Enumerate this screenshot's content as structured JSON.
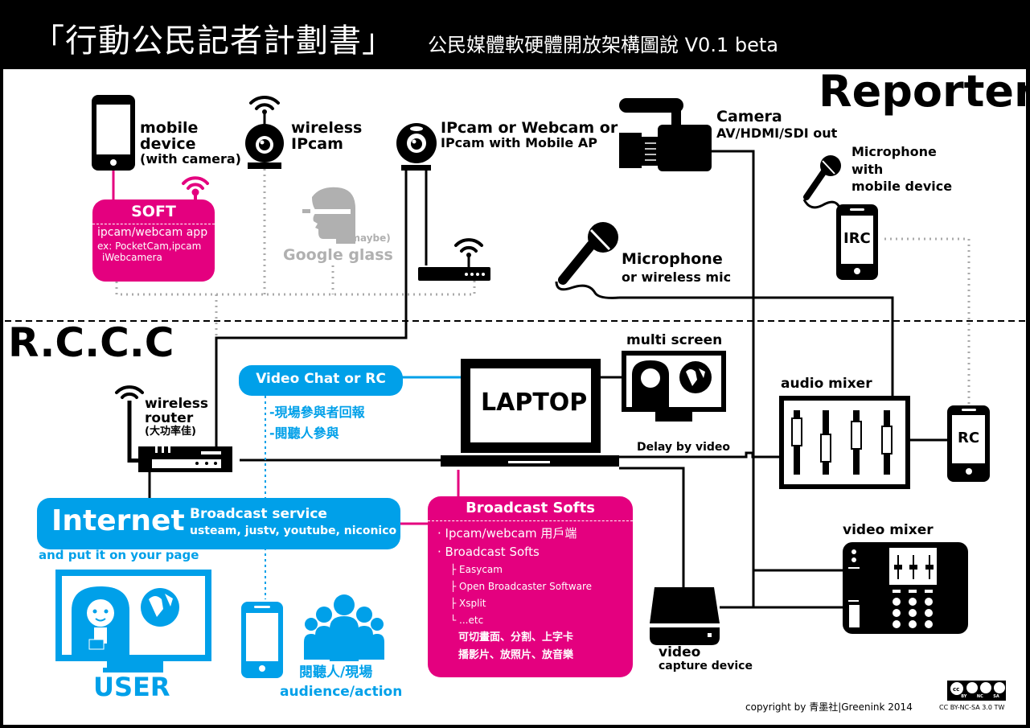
{
  "header": {
    "title": "「行動公民記者計劃書」",
    "subtitle": "公民媒體軟硬體開放架構圖說  V0.1 beta"
  },
  "sections": {
    "reporter": "Reporter",
    "rccc": "R.C.C.C"
  },
  "colors": {
    "magenta": "#e4007f",
    "blue": "#00a0e9",
    "gray": "#b0b0b0",
    "black": "#000000"
  },
  "reporter_devices": {
    "mobile": {
      "line1": "mobile",
      "line2": "device",
      "line3": "(with camera)"
    },
    "wireless_ipcam": {
      "line1": "wireless",
      "line2": "IPcam"
    },
    "ipcam_webcam": {
      "line1": "IPcam or Webcam or",
      "line2": "IPcam with Mobile AP"
    },
    "camera": {
      "line1": "Camera",
      "line2": "AV/HDMI/SDI out"
    },
    "mic_mobile": {
      "line1": "Microphone",
      "line2": "with",
      "line3": "mobile device"
    },
    "irc_phone": {
      "label": "IRC"
    },
    "microphone": {
      "line1": "Microphone",
      "line2": "or wireless mic"
    },
    "google_glass": {
      "note": "(maybe)",
      "label": "Google glass"
    }
  },
  "soft_box": {
    "title": "SOFT",
    "line1": "ipcam/webcam app",
    "line2": "ex: PocketCam,ipcam",
    "line3": "iWebcamera"
  },
  "rccc_devices": {
    "router": {
      "line1": "wireless",
      "line2": "router",
      "line3": "(大功率佳)"
    },
    "video_chat": {
      "title": "Video Chat or RC",
      "items": [
        "-現場參與者回報",
        "-閱聽人參與"
      ]
    },
    "laptop": "LAPTOP",
    "multi_screen": "multi screen",
    "delay": "Delay by video",
    "audio_mixer": "audio mixer",
    "rc_phone": "RC",
    "video_mixer": "video mixer",
    "capture": {
      "line1": "video",
      "line2": "capture device"
    }
  },
  "internet_box": {
    "title": "Internet",
    "service_title": "Broadcast service",
    "services": "usteam, justv, youtube, niconico",
    "page_note": "and put it on your page"
  },
  "broadcast_softs": {
    "title": "Broadcast Softs",
    "bullets": [
      "· Ipcam/webcam 用戶端",
      "· Broadcast Softs"
    ],
    "tree": [
      "├ Easycam",
      "├ Open Broadcaster Software",
      "├ Xsplit",
      "└ ...etc"
    ],
    "features": [
      "可切畫面、分割、上字卡",
      "播影片、放照片、放音樂"
    ]
  },
  "user": {
    "label": "USER",
    "audience_cn": "閱聽人/現場",
    "audience_en": "audience/action"
  },
  "footer": {
    "copyright": "copyright by 青墨社|Greenink 2014",
    "license": "CC BY-NC-SA 3.0 TW",
    "badge": [
      "cc",
      "BY",
      "NC",
      "SA"
    ]
  }
}
